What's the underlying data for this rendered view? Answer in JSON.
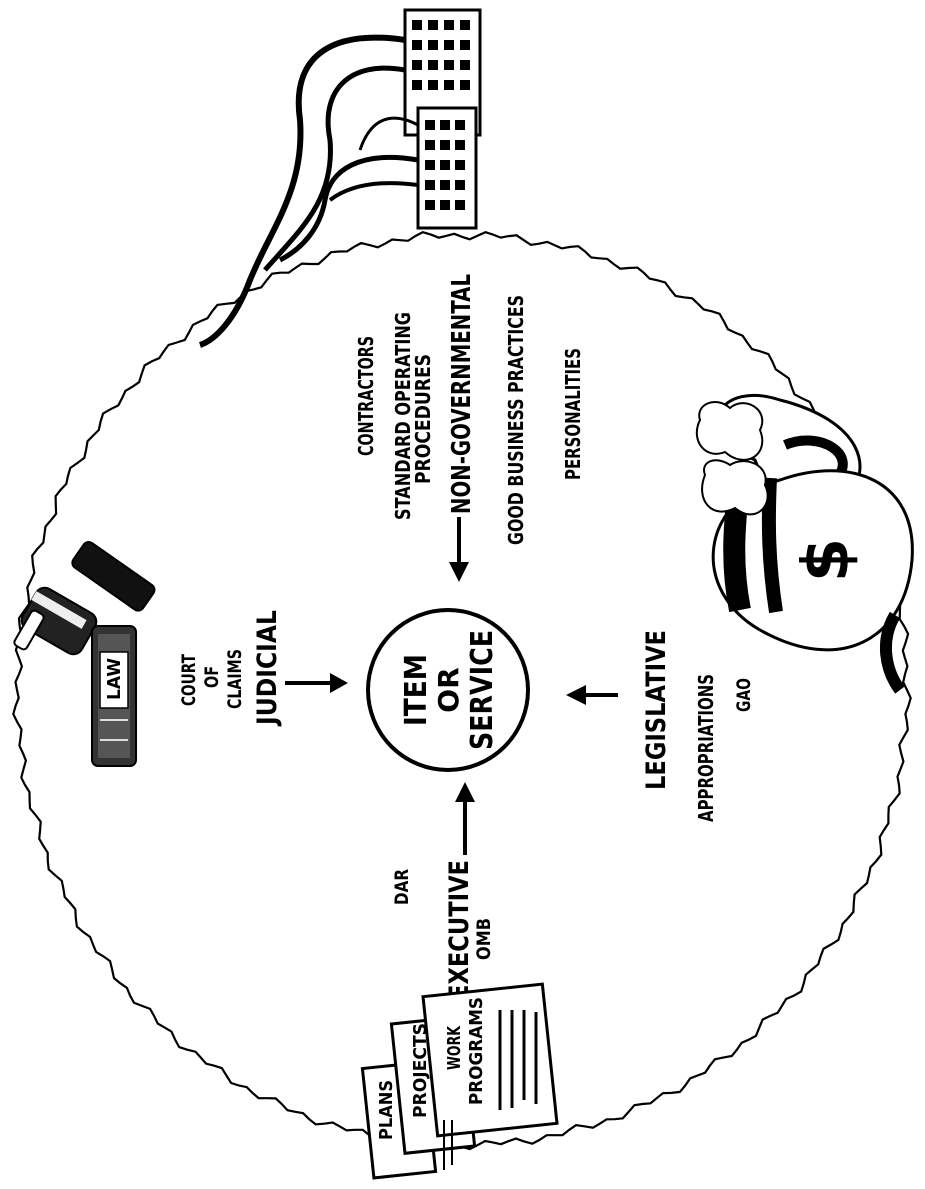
{
  "center": {
    "line1": "ITEM",
    "line2": "OR",
    "line3": "SERVICE"
  },
  "judicial": {
    "heading": "JUDICIAL",
    "item1_line1": "COURT",
    "item1_line2": "OF",
    "item1_line3": "CLAIMS",
    "book_label": "LAW"
  },
  "non_governmental": {
    "heading": "NON-GOVERNMENTAL",
    "items": [
      "CONTRACTORS",
      "STANDARD OPERATING",
      "PROCEDURES",
      "GOOD BUSINESS PRACTICES",
      "PERSONALITIES"
    ]
  },
  "legislative": {
    "heading": "LEGISLATIVE",
    "items": [
      "APPROPRIATIONS",
      "GAO"
    ]
  },
  "executive": {
    "heading": "EXECUTIVE",
    "items": [
      "DAR",
      "OMB"
    ]
  },
  "documents": {
    "plans": "PLANS",
    "projects": "PROJECTS",
    "work1": "WORK",
    "work2": "PROGRAMS"
  },
  "colors": {
    "ink": "#000000",
    "paper": "#ffffff"
  }
}
